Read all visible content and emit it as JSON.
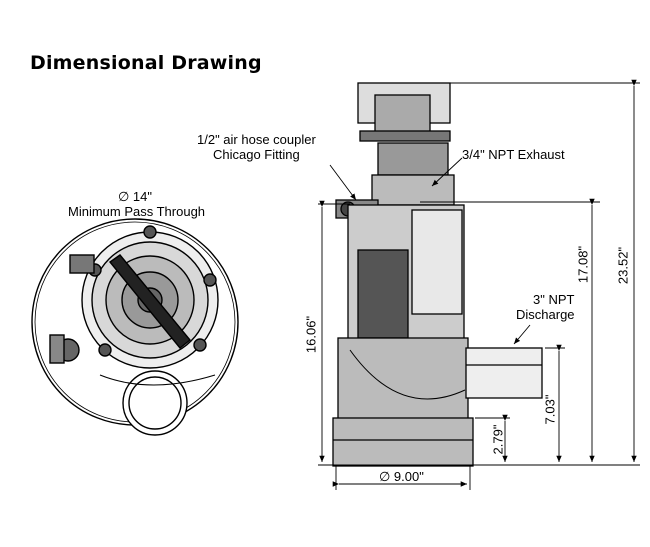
{
  "title": "Dimensional Drawing",
  "top_view": {
    "diameter_label": "∅ 14\"",
    "pass_through_label": "Minimum Pass Through"
  },
  "callouts": {
    "air_hose_line1": "1/2\" air hose coupler",
    "air_hose_line2": "Chicago Fitting",
    "exhaust": "3/4\" NPT Exhaust",
    "discharge_line1": "3\" NPT",
    "discharge_line2": "Discharge"
  },
  "dimensions": {
    "overall_height": "23.52\"",
    "height_to_coupler": "17.08\"",
    "height_left": "16.06\"",
    "discharge_height": "7.03\"",
    "base_height": "2.79\"",
    "base_width": "∅ 9.00\""
  }
}
